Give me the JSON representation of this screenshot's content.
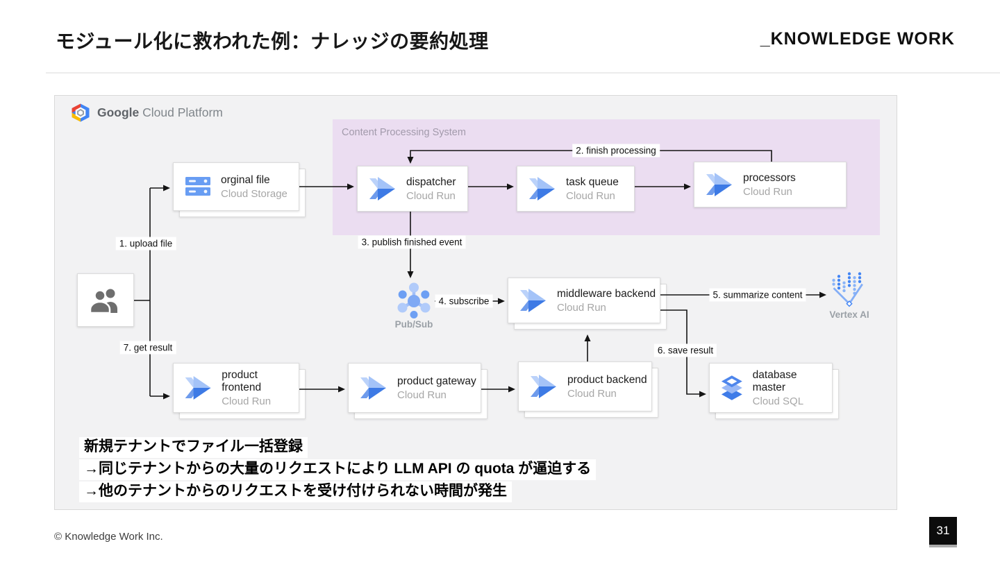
{
  "header": {
    "title": "モジュール化に救われた例：ナレッジの要約処理",
    "brand": "_KNOWLEDGE WORK"
  },
  "diagram": {
    "gcp_bold": "Google",
    "gcp_rest": " Cloud Platform",
    "group_label": "Content Processing System",
    "nodes": [
      {
        "title": "orginal file",
        "subtitle": "Cloud Storage"
      },
      {
        "title": "dispatcher",
        "subtitle": "Cloud Run"
      },
      {
        "title": "task queue",
        "subtitle": "Cloud Run"
      },
      {
        "title": "processors",
        "subtitle": "Cloud Run"
      },
      {
        "title": "middleware backend",
        "subtitle": "Cloud Run"
      },
      {
        "title": "product frontend",
        "subtitle": "Cloud Run"
      },
      {
        "title": "product gateway",
        "subtitle": "Cloud Run"
      },
      {
        "title": "product backend",
        "subtitle": "Cloud Run"
      },
      {
        "title": "database master",
        "subtitle": "Cloud SQL"
      }
    ],
    "pubsub_label": "Pub/Sub",
    "vertex_label": "Vertex AI",
    "edges": {
      "upload_file": "1. upload file",
      "finish_processing": "2. finish processing",
      "publish_event": "3. publish finished event",
      "subscribe": "4. subscribe",
      "summarize": "5. summarize content",
      "save_result": "6. save result",
      "get_result": "7. get result"
    }
  },
  "notes": {
    "lines": [
      "新規テナントでファイル一括登録",
      "→同じテナントからの大量のリクエストにより LLM API の quota が逼迫する",
      "→他のテナントからのリクエストを受け付けられない時間が発生"
    ]
  },
  "footer": {
    "copyright": "© Knowledge Work Inc.",
    "page": "31"
  },
  "colors": {
    "group_bg": "#ebddf1",
    "panel_bg": "#f2f2f3",
    "gcp_blue": "#4285f4",
    "arrow": "#141414",
    "page_box": "#0c0c0c"
  }
}
